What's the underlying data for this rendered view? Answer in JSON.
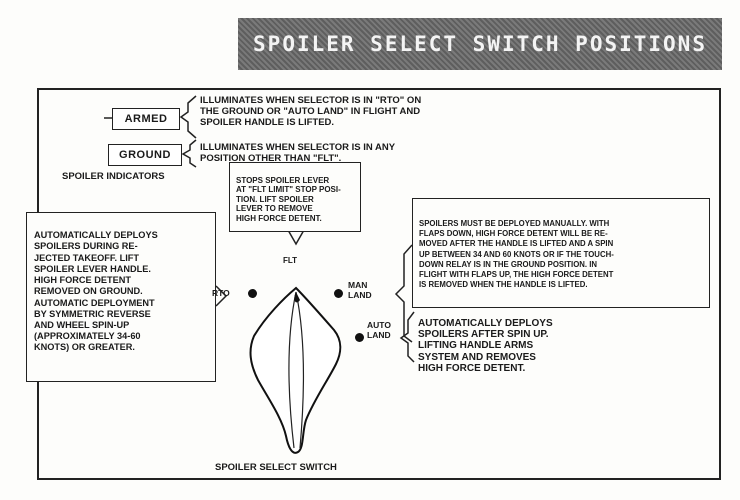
{
  "title": "SPOILER SELECT SWITCH POSITIONS",
  "indicators": {
    "armed_label": "ARMED",
    "armed_desc": "ILLUMINATES WHEN SELECTOR IS IN \"RTO\" ON\nTHE GROUND OR \"AUTO LAND\" IN FLIGHT AND\nSPOILER HANDLE IS LIFTED.",
    "ground_label": "GROUND",
    "ground_desc": "ILLUMINATES WHEN SELECTOR IS IN ANY\nPOSITION OTHER THAN \"FLT\".",
    "caption": "SPOILER INDICATORS"
  },
  "flt_note": "STOPS SPOILER LEVER\nAT \"FLT LIMIT\" STOP POSI-\nTION. LIFT SPOILER\nLEVER TO REMOVE\nHIGH FORCE DETENT.",
  "rto_note": "AUTOMATICALLY DEPLOYS\nSPOILERS DURING RE-\nJECTED TAKEOFF.  LIFT\nSPOILER LEVER HANDLE.\nHIGH FORCE DETENT\nREMOVED ON GROUND.\nAUTOMATIC DEPLOYMENT\nBY SYMMETRIC REVERSE\nAND WHEEL SPIN-UP\n(APPROXIMATELY 34-60\nKNOTS) OR GREATER.",
  "man_note": "SPOILERS MUST BE DEPLOYED MANUALLY.  WITH\nFLAPS DOWN, HIGH FORCE DETENT WILL BE RE-\nMOVED AFTER THE HANDLE IS LIFTED AND A SPIN\nUP BETWEEN 34 AND 60 KNOTS OR IF THE TOUCH-\nDOWN RELAY IS IN THE GROUND POSITION.  IN\nFLIGHT WITH FLAPS UP, THE HIGH FORCE DETENT\nIS REMOVED WHEN THE HANDLE IS LIFTED.",
  "auto_note": "AUTOMATICALLY DEPLOYS\nSPOILERS AFTER SPIN UP.\nLIFTING HANDLE ARMS\nSYSTEM AND REMOVES\nHIGH FORCE DETENT.",
  "positions": {
    "flt": "FLT",
    "rto": "RTO",
    "man": "MAN\nLAND",
    "auto": "AUTO\nLAND"
  },
  "switch_caption": "SPOILER SELECT SWITCH"
}
